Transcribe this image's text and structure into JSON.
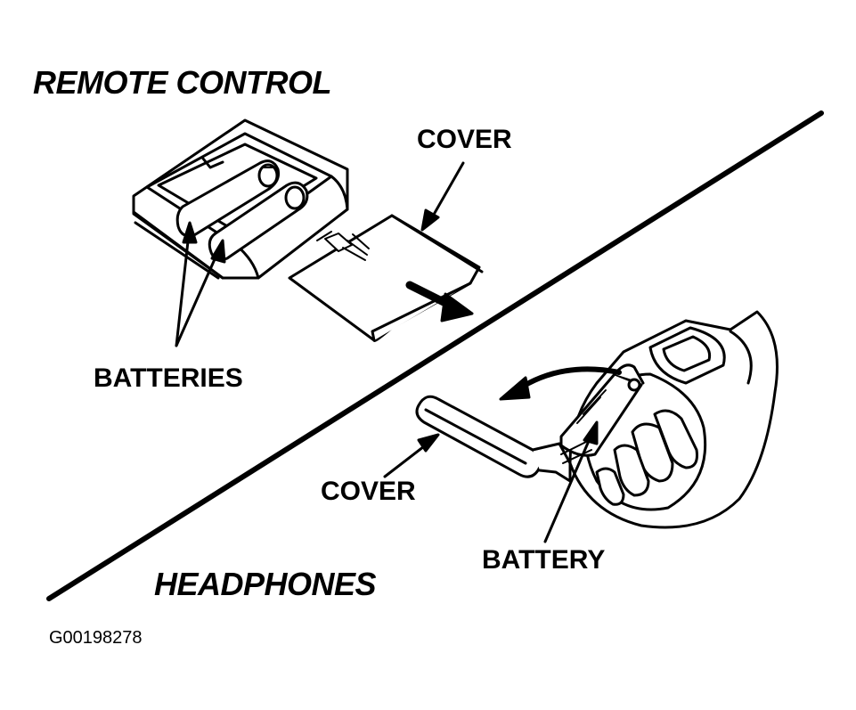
{
  "sections": {
    "remote_title": "REMOTE CONTROL",
    "headphones_title": "HEADPHONES"
  },
  "labels": {
    "remote_cover": "COVER",
    "remote_batteries": "BATTERIES",
    "headphones_cover": "COVER",
    "headphones_battery": "BATTERY"
  },
  "figure_code": "G00198278",
  "colors": {
    "ink": "#000000",
    "paper": "#ffffff"
  }
}
